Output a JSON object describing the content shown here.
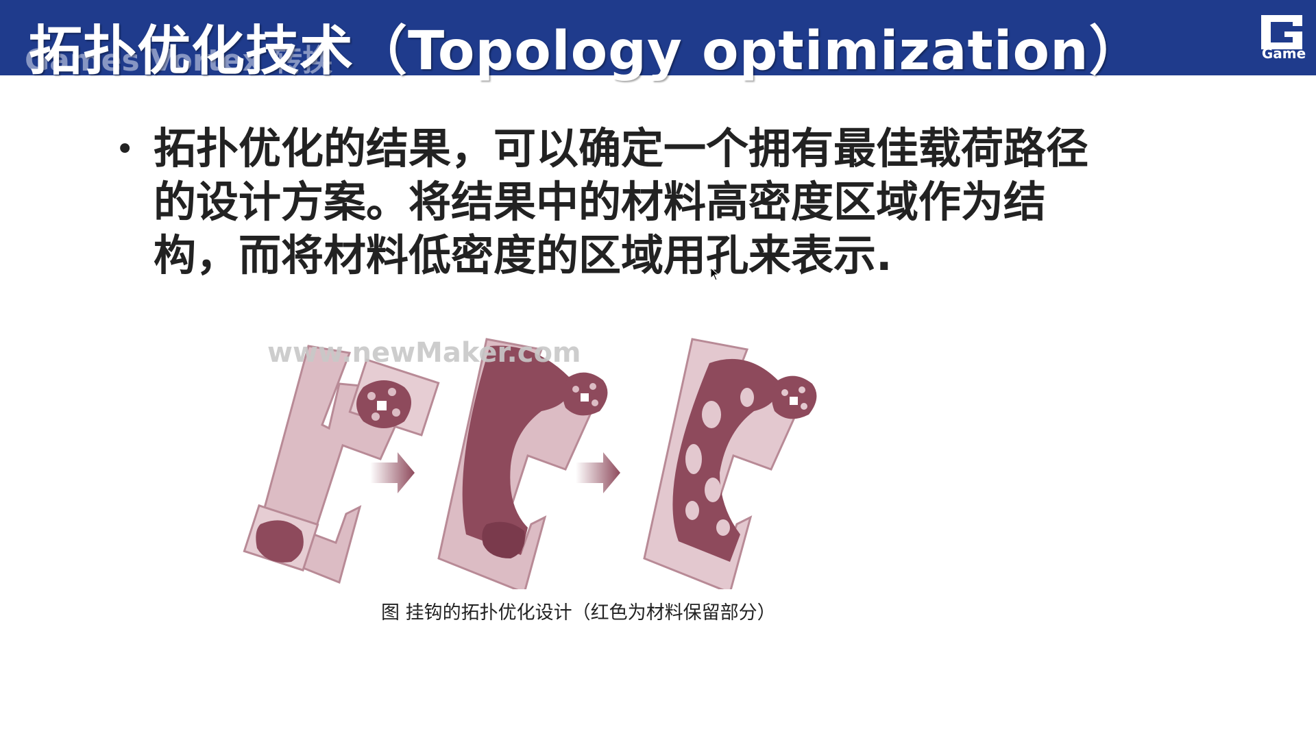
{
  "header": {
    "title": "拓扑优化技术（Topology optimization）",
    "ghost_text": "Games Vortex 转换",
    "logo_text": "Game"
  },
  "bullet": {
    "text": "拓扑优化的结果，可以确定一个拥有最佳载荷路径的设计方案。将结果中的材料高密度区域作为结构，而将材料低密度的区域用孔来表示."
  },
  "figure": {
    "watermark": "www.newMaker.com",
    "caption": "图   挂钩的拓扑优化设计（红色为材料保留部分）"
  },
  "colors": {
    "header_bg": "#1f3b8c",
    "material": "#8e4a5c",
    "plate": "#d9b6bf"
  }
}
